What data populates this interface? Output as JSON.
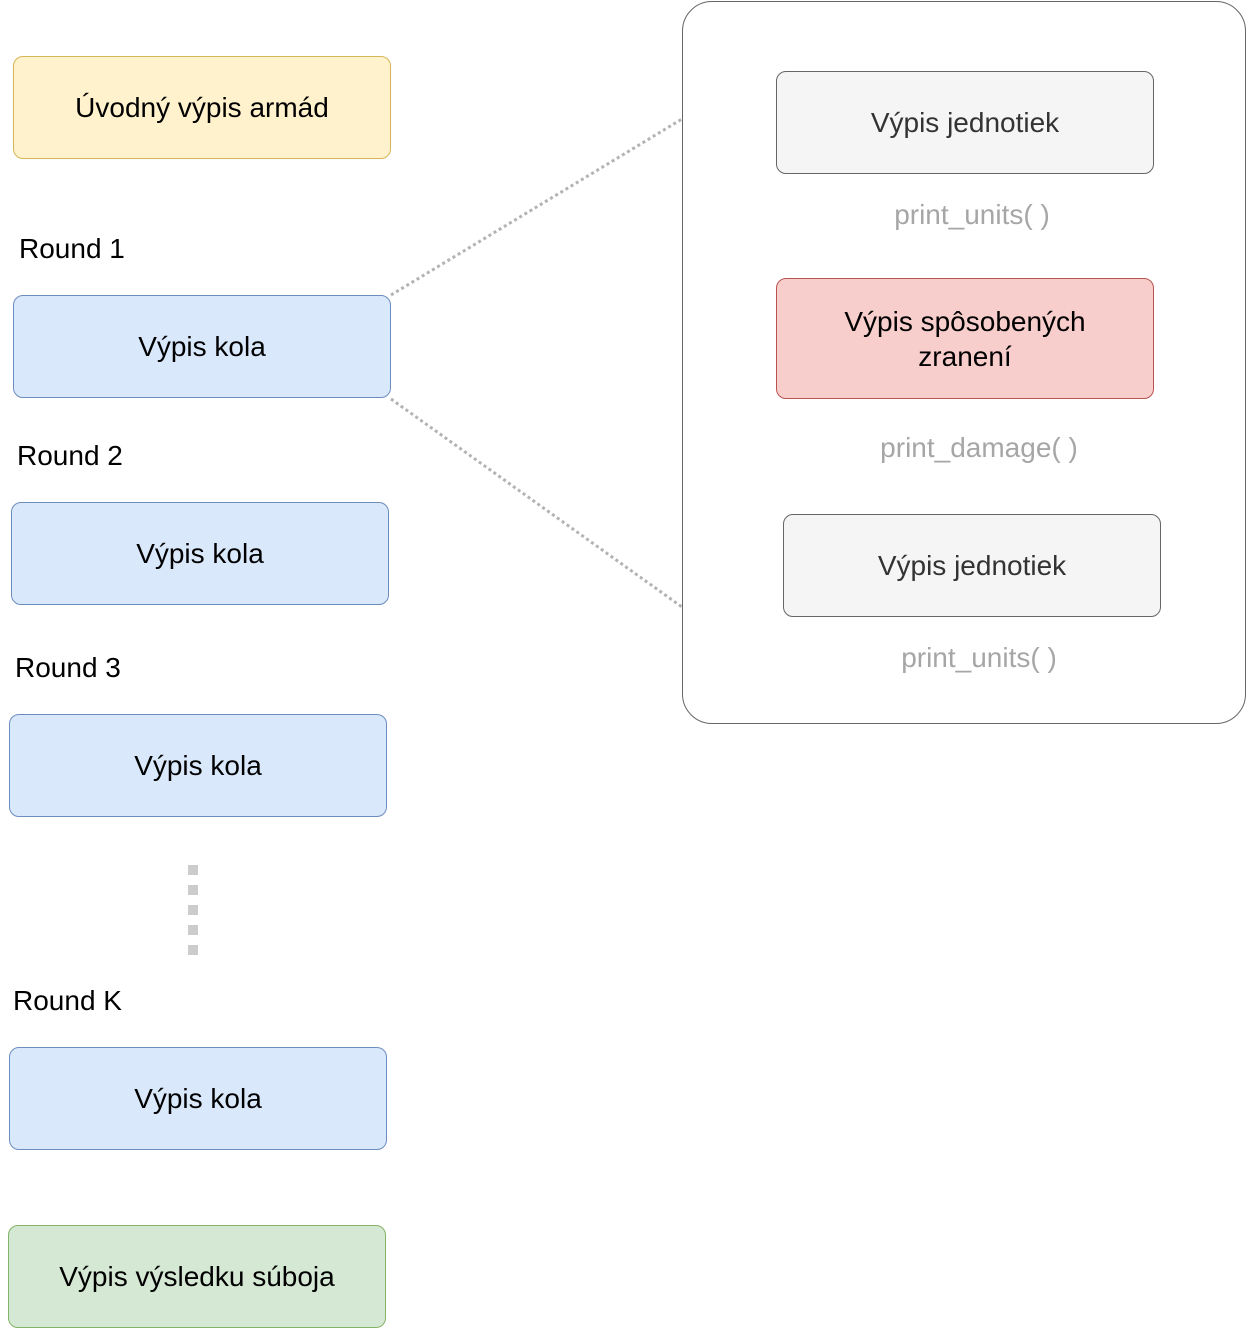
{
  "intro": {
    "label": "Úvodný výpis armád"
  },
  "rounds": [
    {
      "title": "Round 1",
      "box_label": "Výpis kola"
    },
    {
      "title": "Round 2",
      "box_label": "Výpis kola"
    },
    {
      "title": "Round 3",
      "box_label": "Výpis kola"
    },
    {
      "title": "Round K",
      "box_label": "Výpis kola"
    }
  ],
  "result": {
    "label": "Výpis výsledku súboja"
  },
  "detail_panel": {
    "steps": [
      {
        "label": "Výpis jednotiek",
        "function": "print_units( )",
        "color": "#f5f5f5"
      },
      {
        "label": "Výpis spôsobených zranení",
        "function": "print_damage( )",
        "color": "#f8cecc"
      },
      {
        "label": "Výpis jednotiek",
        "function": "print_units( )",
        "color": "#f5f5f5"
      }
    ]
  },
  "colors": {
    "intro": "#fff2cc",
    "round": "#dae8fc",
    "result": "#d5e8d4",
    "connector": "#b3b3b3",
    "ellipsis": "#cccccc"
  }
}
